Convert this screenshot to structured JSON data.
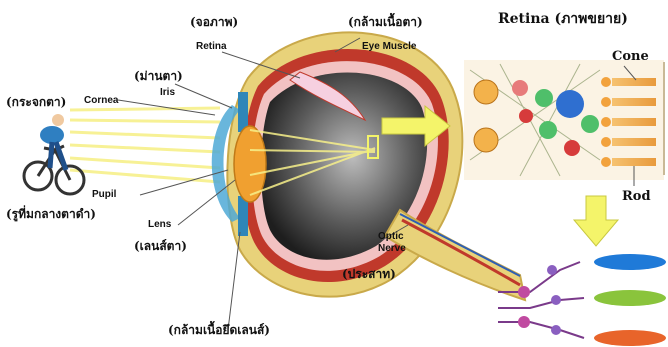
{
  "labels": {
    "retina_th": "(จอภาพ)",
    "retina_en": "Retina",
    "muscle_th": "(กล้ามเนื้อตา)",
    "muscle_en": "Eye Muscle",
    "iris_th": "(ม่านตา)",
    "iris_en": "Iris",
    "cornea_th": "(กระจกตา)",
    "cornea_en": "Cornea",
    "pupil_en": "Pupil",
    "pupil_th": "(รูที่มกลางตาดำ)",
    "lens_en": "Lens",
    "lens_th": "(เลนส์ตา)",
    "optic_en_1": "Optic",
    "optic_en_2": "Nerve",
    "optic_th": "(ประสาท)",
    "ciliary_th": "(กล้ามเนื้อยึดเลนส์)"
  },
  "retina_panel": {
    "title": "Retina (ภาพขยาย)",
    "cone": "Cone",
    "rod": "Rod"
  },
  "colors": {
    "sclera": "#e8d27a",
    "choroid": "#c0392b",
    "retina_band": "#f2c2c2",
    "vitreous": "#4a4a4a",
    "iris": "#4fa9d6",
    "lens": "#f0a030",
    "light_ray": "#f7f08a",
    "arrow": "#f4f46a"
  }
}
